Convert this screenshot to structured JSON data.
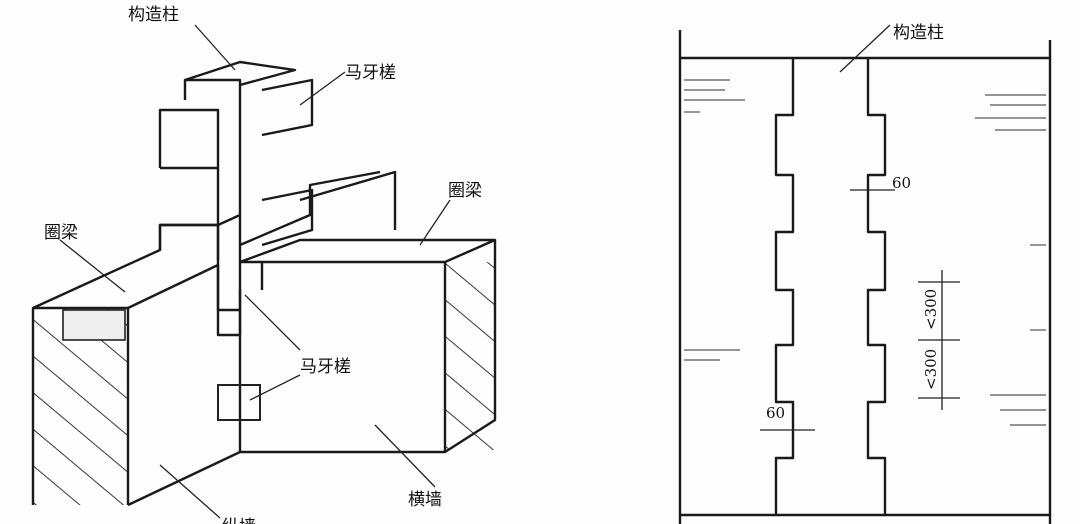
{
  "left_figure": {
    "labels": {
      "column": "构造柱",
      "toothed_joint_top": "马牙槎",
      "ring_beam_left": "圈梁",
      "ring_beam_right": "圈梁",
      "toothed_joint_mid": "马牙槎",
      "cross_wall": "横墙",
      "longitudinal_wall": "纵墙"
    }
  },
  "right_figure": {
    "labels": {
      "column": "构造柱",
      "dim_top": "60",
      "dim_bottom": "60",
      "dim_spacing_1": "<300",
      "dim_spacing_2": "<300"
    }
  }
}
